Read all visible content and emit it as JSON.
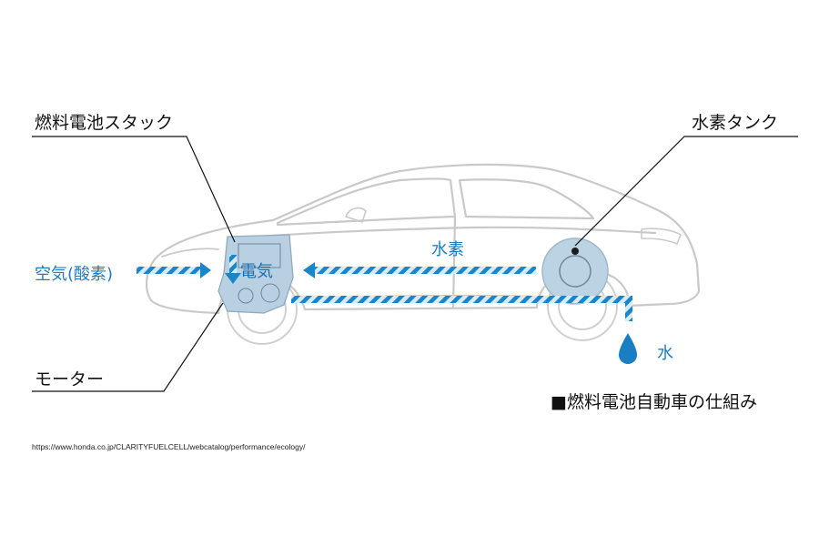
{
  "labels": {
    "fuel_cell_stack": "燃料電池スタック",
    "hydrogen_tank": "水素タンク",
    "motor": "モーター",
    "air": "空気(酸素)",
    "electricity": "電気",
    "hydrogen": "水素",
    "water": "水"
  },
  "caption": "■燃料電池自動車の仕組み",
  "source_url": "https://www.honda.co.jp/CLARITYFUELCELL/webcatalog/performance/ecology/",
  "colors": {
    "flow_blue": "#1a7ec2",
    "flow_light": "#cfe6f5",
    "car_outline": "#c8c8c8",
    "component_fill": "#b8cfe0"
  }
}
